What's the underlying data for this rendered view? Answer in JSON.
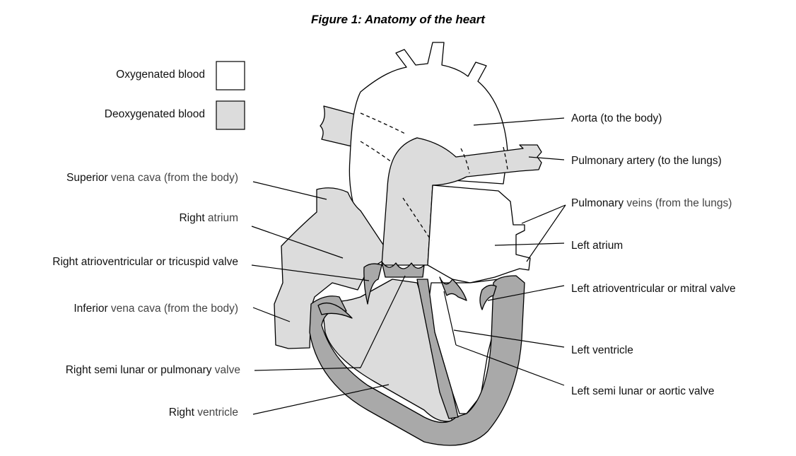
{
  "figure": {
    "title": "Figure 1: Anatomy of the heart"
  },
  "legend": {
    "items": [
      {
        "label": "Oxygenated blood",
        "color": "#ffffff"
      },
      {
        "label": "Deoxygenated blood",
        "color": "#dcdcdc"
      }
    ]
  },
  "colors": {
    "deoxygenated": "#dcdcdc",
    "oxygenated": "#ffffff",
    "muscle": "#a9a9a9",
    "valve": "#a9a9a9"
  },
  "labels": {
    "superior_vena_cava": {
      "bold": "Superior",
      "rest": " vena cava (from the body)"
    },
    "right_atrium": {
      "bold": "Right",
      "rest": " atrium"
    },
    "tricuspid_valve": {
      "bold": "Right atrioventricular  or tricuspid valve",
      "rest": ""
    },
    "inferior_vena_cava": {
      "bold": "Inferior",
      "rest": " vena cava (from the body)"
    },
    "pulmonary_valve": {
      "bold": "Right semi lunar or pulmonary",
      "rest": " valve"
    },
    "right_ventricle": {
      "bold": "Right",
      "rest": " ventricle"
    },
    "aorta": {
      "bold": "Aorta (to the body)",
      "rest": ""
    },
    "pulmonary_artery": {
      "bold": "Pulmonary artery (to the lungs)",
      "rest": ""
    },
    "pulmonary_veins": {
      "bold": "Pulmonary",
      "rest": " veins (from the lungs)"
    },
    "left_atrium": {
      "bold": "Left atrium",
      "rest": ""
    },
    "mitral_valve": {
      "bold": "Left atrioventricular  or mitral valve",
      "rest": ""
    },
    "left_ventricle": {
      "bold": "Left ventricle",
      "rest": ""
    },
    "aortic_valve": {
      "bold": "Left semi lunar or aortic valve",
      "rest": ""
    }
  }
}
